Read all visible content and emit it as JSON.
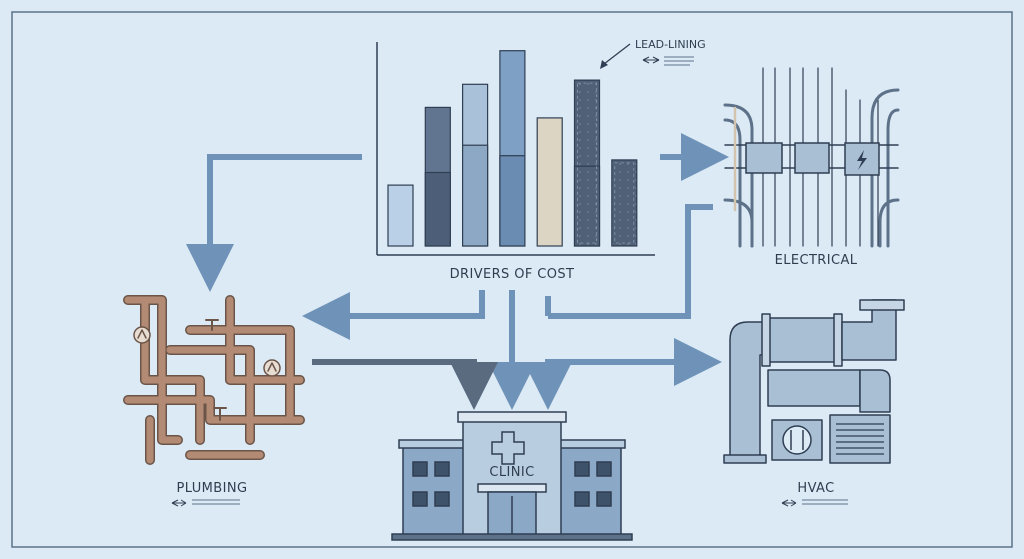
{
  "labels": {
    "drivers_of_cost": "DRIVERS OF COST",
    "lead_lining": "LEAD-LINING",
    "electrical": "ELECTRICAL",
    "plumbing": "PLUMBING",
    "hvac": "HVAC",
    "clinic": "CLINIC"
  },
  "chart_data": {
    "type": "bar",
    "bars": [
      {
        "value": 0.29,
        "split": null,
        "style": "light"
      },
      {
        "value": 0.66,
        "split": 0.35,
        "style": "dark"
      },
      {
        "value": 0.77,
        "split": 0.48,
        "style": "mid"
      },
      {
        "value": 0.93,
        "split": 0.43,
        "style": "blue"
      },
      {
        "value": 0.61,
        "split": null,
        "style": "beige"
      },
      {
        "value": 0.79,
        "split": 0.38,
        "style": "lead"
      },
      {
        "value": 0.41,
        "split": null,
        "style": "lead"
      }
    ],
    "annotation_bar_index": 5
  },
  "colors": {
    "background": "#dceaf6",
    "arrow": "#6f93b8",
    "arrow_dark": "#5a6b80",
    "outline": "#2f3e52",
    "pipe": "#b38b74",
    "duct": "#a9bfd3",
    "building": "#8ba8c6"
  }
}
